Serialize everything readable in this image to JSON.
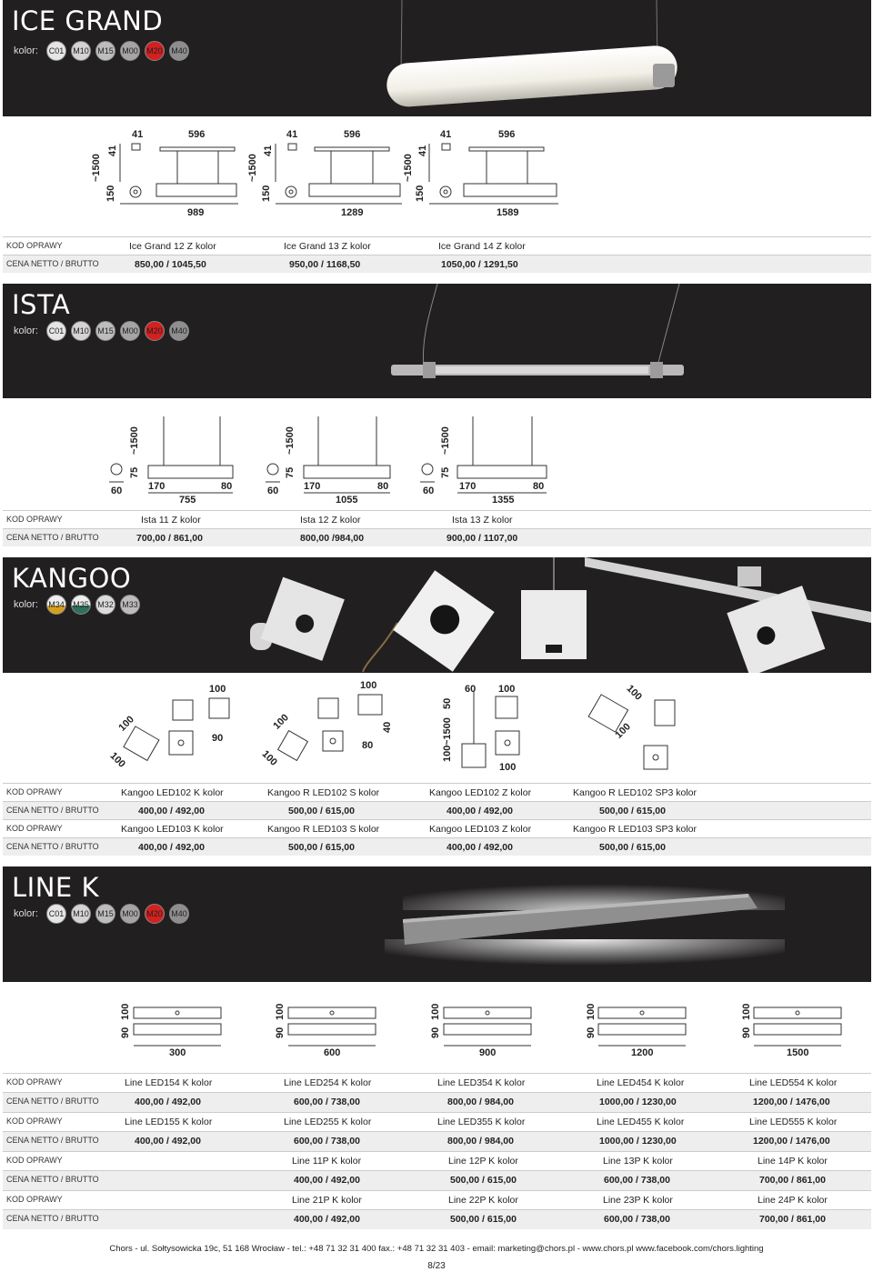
{
  "colors": {
    "band": "#211f1f",
    "C01": "#e6e6e6",
    "M10": "#d4d4d4",
    "M15": "#bdbdbd",
    "M00": "#a5a5a5",
    "M20": "#d42020",
    "M40": "#8e8e8e",
    "M34": "#d4a01c",
    "M35": "#2f6f5b",
    "M32": "#dcdcdc",
    "M33": "#bdbdbd"
  },
  "kolor_label": "kolor:",
  "ice_grand": {
    "title": "ICE GRAND",
    "swatches": [
      "C01",
      "M10",
      "M15",
      "M00",
      "M20",
      "M40"
    ],
    "dims": {
      "top": [
        "41",
        "596",
        "41",
        "596",
        "41",
        "596"
      ],
      "vertical": [
        "~1500",
        "41",
        "~1500",
        "41",
        "~1500",
        "41"
      ],
      "side": [
        "150",
        "150",
        "150"
      ],
      "lengths": [
        "989",
        "1289",
        "1589"
      ]
    },
    "rows": [
      {
        "label": "KOD OPRAWY",
        "cells": [
          "Ice Grand 12 Z kolor",
          "Ice Grand 13 Z kolor",
          "Ice Grand 14 Z kolor"
        ]
      },
      {
        "label": "CENA NETTO / BRUTTO",
        "cells": [
          "850,00 / 1045,50",
          "950,00 / 1168,50",
          "1050,00 / 1291,50"
        ]
      }
    ]
  },
  "ista": {
    "title": "ISTA",
    "swatches": [
      "C01",
      "M10",
      "M15",
      "M00",
      "M20",
      "M40"
    ],
    "dims": {
      "drop": [
        "~1500",
        "~1500",
        "~1500"
      ],
      "h": [
        "75",
        "75",
        "75"
      ],
      "w60": [
        "60",
        "60",
        "60"
      ],
      "w170": [
        "170",
        "170",
        "170"
      ],
      "w80": [
        "80",
        "80",
        "80"
      ],
      "lengths": [
        "755",
        "1055",
        "1355"
      ]
    },
    "rows": [
      {
        "label": "KOD OPRAWY",
        "cells": [
          "Ista 11 Z kolor",
          "Ista 12 Z kolor",
          "Ista 13 Z kolor"
        ]
      },
      {
        "label": "CENA NETTO / BRUTTO",
        "cells": [
          "700,00 / 861,00",
          "800,00 /984,00",
          "900,00 / 1107,00"
        ]
      }
    ]
  },
  "kangoo": {
    "title": "KANGOO",
    "swatches": [
      "M34",
      "M35",
      "M32",
      "M33"
    ],
    "dims": [
      "100",
      "100",
      "90",
      "100",
      "100",
      "100",
      "40",
      "80",
      "100",
      "60",
      "100",
      "50",
      "~1500",
      "100",
      "100",
      "100",
      "100"
    ],
    "rows": [
      {
        "label": "KOD OPRAWY",
        "cells": [
          "Kangoo LED102 K kolor",
          "Kangoo R LED102 S kolor",
          "Kangoo LED102 Z kolor",
          "Kangoo R LED102 SP3 kolor"
        ]
      },
      {
        "label": "CENA NETTO / BRUTTO",
        "cells": [
          "400,00 / 492,00",
          "500,00 / 615,00",
          "400,00 / 492,00",
          "500,00 / 615,00"
        ]
      },
      {
        "label": "KOD OPRAWY",
        "cells": [
          "Kangoo LED103 K kolor",
          "Kangoo R LED103 S kolor",
          "Kangoo LED103 Z kolor",
          "Kangoo R LED103 SP3 kolor"
        ]
      },
      {
        "label": "CENA NETTO / BRUTTO",
        "cells": [
          "400,00 / 492,00",
          "500,00 / 615,00",
          "400,00 / 492,00",
          "500,00 / 615,00"
        ]
      }
    ]
  },
  "line_k": {
    "title": "LINE K",
    "swatches": [
      "C01",
      "M10",
      "M15",
      "M00",
      "M20",
      "M40"
    ],
    "dims": {
      "h90": [
        "90",
        "90",
        "90",
        "90",
        "90"
      ],
      "h100": [
        "100",
        "100",
        "100",
        "100",
        "100"
      ],
      "lengths": [
        "300",
        "600",
        "900",
        "1200",
        "1500"
      ]
    },
    "rows": [
      {
        "label": "KOD OPRAWY",
        "cells": [
          "Line LED154 K kolor",
          "Line LED254 K kolor",
          "Line LED354 K kolor",
          "Line LED454 K kolor",
          "Line LED554 K kolor"
        ]
      },
      {
        "label": "CENA NETTO / BRUTTO",
        "cells": [
          "400,00 / 492,00",
          "600,00 / 738,00",
          "800,00 / 984,00",
          "1000,00 / 1230,00",
          "1200,00 / 1476,00"
        ]
      },
      {
        "label": "KOD OPRAWY",
        "cells": [
          "Line LED155 K kolor",
          "Line LED255 K kolor",
          "Line LED355 K kolor",
          "Line LED455 K kolor",
          "Line LED555 K kolor"
        ]
      },
      {
        "label": "CENA NETTO / BRUTTO",
        "cells": [
          "400,00 / 492,00",
          "600,00 / 738,00",
          "800,00 / 984,00",
          "1000,00 / 1230,00",
          "1200,00 / 1476,00"
        ]
      },
      {
        "label": "KOD OPRAWY",
        "cells": [
          "",
          "Line 11P K kolor",
          "Line 12P K kolor",
          "Line 13P K kolor",
          "Line 14P K kolor"
        ]
      },
      {
        "label": "CENA NETTO / BRUTTO",
        "cells": [
          "",
          "400,00 / 492,00",
          "500,00 / 615,00",
          "600,00 / 738,00",
          "700,00 / 861,00"
        ]
      },
      {
        "label": "KOD OPRAWY",
        "cells": [
          "",
          "Line 21P K kolor",
          "Line 22P K kolor",
          "Line 23P K kolor",
          "Line 24P K kolor"
        ]
      },
      {
        "label": "CENA NETTO / BRUTTO",
        "cells": [
          "",
          "400,00 / 492,00",
          "500,00 / 615,00",
          "600,00 / 738,00",
          "700,00 / 861,00"
        ]
      }
    ]
  },
  "footer": "Chors - ul. Sołtysowicka 19c, 51 168 Wrocław - tel.: +48 71 32 31 400 fax.: +48 71 32 31 403 - email: marketing@chors.pl - www.chors.pl www.facebook.com/chors.lighting",
  "page": "8/23"
}
